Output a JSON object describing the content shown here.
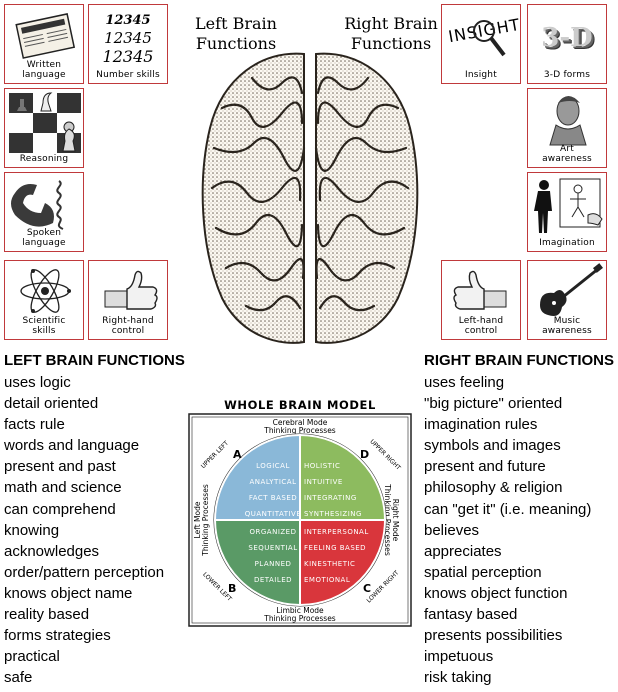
{
  "headers": {
    "left": "Left Brain\nFunctions",
    "right": "Right Brain\nFunctions"
  },
  "tiles": {
    "written_language": "Written\nlanguage",
    "number_skills": "Number skills",
    "number_lines": [
      "12345",
      "12345",
      "12345"
    ],
    "reasoning": "Reasoning",
    "spoken_language": "Spoken\nlanguage",
    "scientific_skills": "Scientific\nskills",
    "right_hand_control": "Right-hand\ncontrol",
    "insight": "Insight",
    "insight_art": "INSIGHT",
    "three_d_forms": "3-D forms",
    "three_d_art": "3-D",
    "art_awareness": "Art\nawareness",
    "imagination": "Imagination",
    "left_hand_control": "Left-hand\ncontrol",
    "music_awareness": "Music\nawareness"
  },
  "left_list": {
    "title": "LEFT BRAIN FUNCTIONS",
    "items": [
      "uses logic",
      "detail oriented",
      "facts rule",
      "words and language",
      "present and past",
      "math and science",
      "can comprehend",
      "knowing",
      "acknowledges",
      "order/pattern perception",
      "knows object name",
      "reality based",
      "forms strategies",
      "practical",
      "safe"
    ]
  },
  "right_list": {
    "title": "RIGHT BRAIN FUNCTIONS",
    "items": [
      "uses feeling",
      "\"big picture\" oriented",
      "imagination rules",
      "symbols and images",
      "present and future",
      "philosophy & religion",
      "can \"get it\" (i.e. meaning)",
      "believes",
      "appreciates",
      "spatial perception",
      "knows object function",
      "fantasy based",
      "presents possibilities",
      "impetuous",
      "risk taking"
    ]
  },
  "model": {
    "title": "WHOLE BRAIN MODEL",
    "top_label": [
      "Cerebral Mode",
      "Thinking Processes"
    ],
    "bottom_label": [
      "Limbic Mode",
      "Thinking Processes"
    ],
    "left_label": [
      "Left Mode",
      "Thinking Processes"
    ],
    "right_label": [
      "Right Mode",
      "Thinking Processes"
    ],
    "upper_left": "UPPER LEFT",
    "upper_right": "UPPER RIGHT",
    "lower_left": "LOWER LEFT",
    "lower_right": "LOWER RIGHT",
    "quadrants": {
      "A": {
        "letter": "A",
        "color": "#8ab8d8",
        "words": [
          "LOGICAL",
          "ANALYTICAL",
          "FACT BASED",
          "QUANTITATIVE"
        ]
      },
      "B": {
        "letter": "B",
        "color": "#5a9a66",
        "words": [
          "ORGANIZED",
          "SEQUENTIAL",
          "PLANNED",
          "DETAILED"
        ]
      },
      "C": {
        "letter": "C",
        "color": "#d9363c",
        "words": [
          "INTERPERSONAL",
          "FEELING BASED",
          "KINESTHETIC",
          "EMOTIONAL"
        ]
      },
      "D": {
        "letter": "D",
        "color": "#8dbb5f",
        "words": [
          "HOLISTIC",
          "INTUITIVE",
          "INTEGRATING",
          "SYNTHESIZING"
        ]
      }
    }
  }
}
